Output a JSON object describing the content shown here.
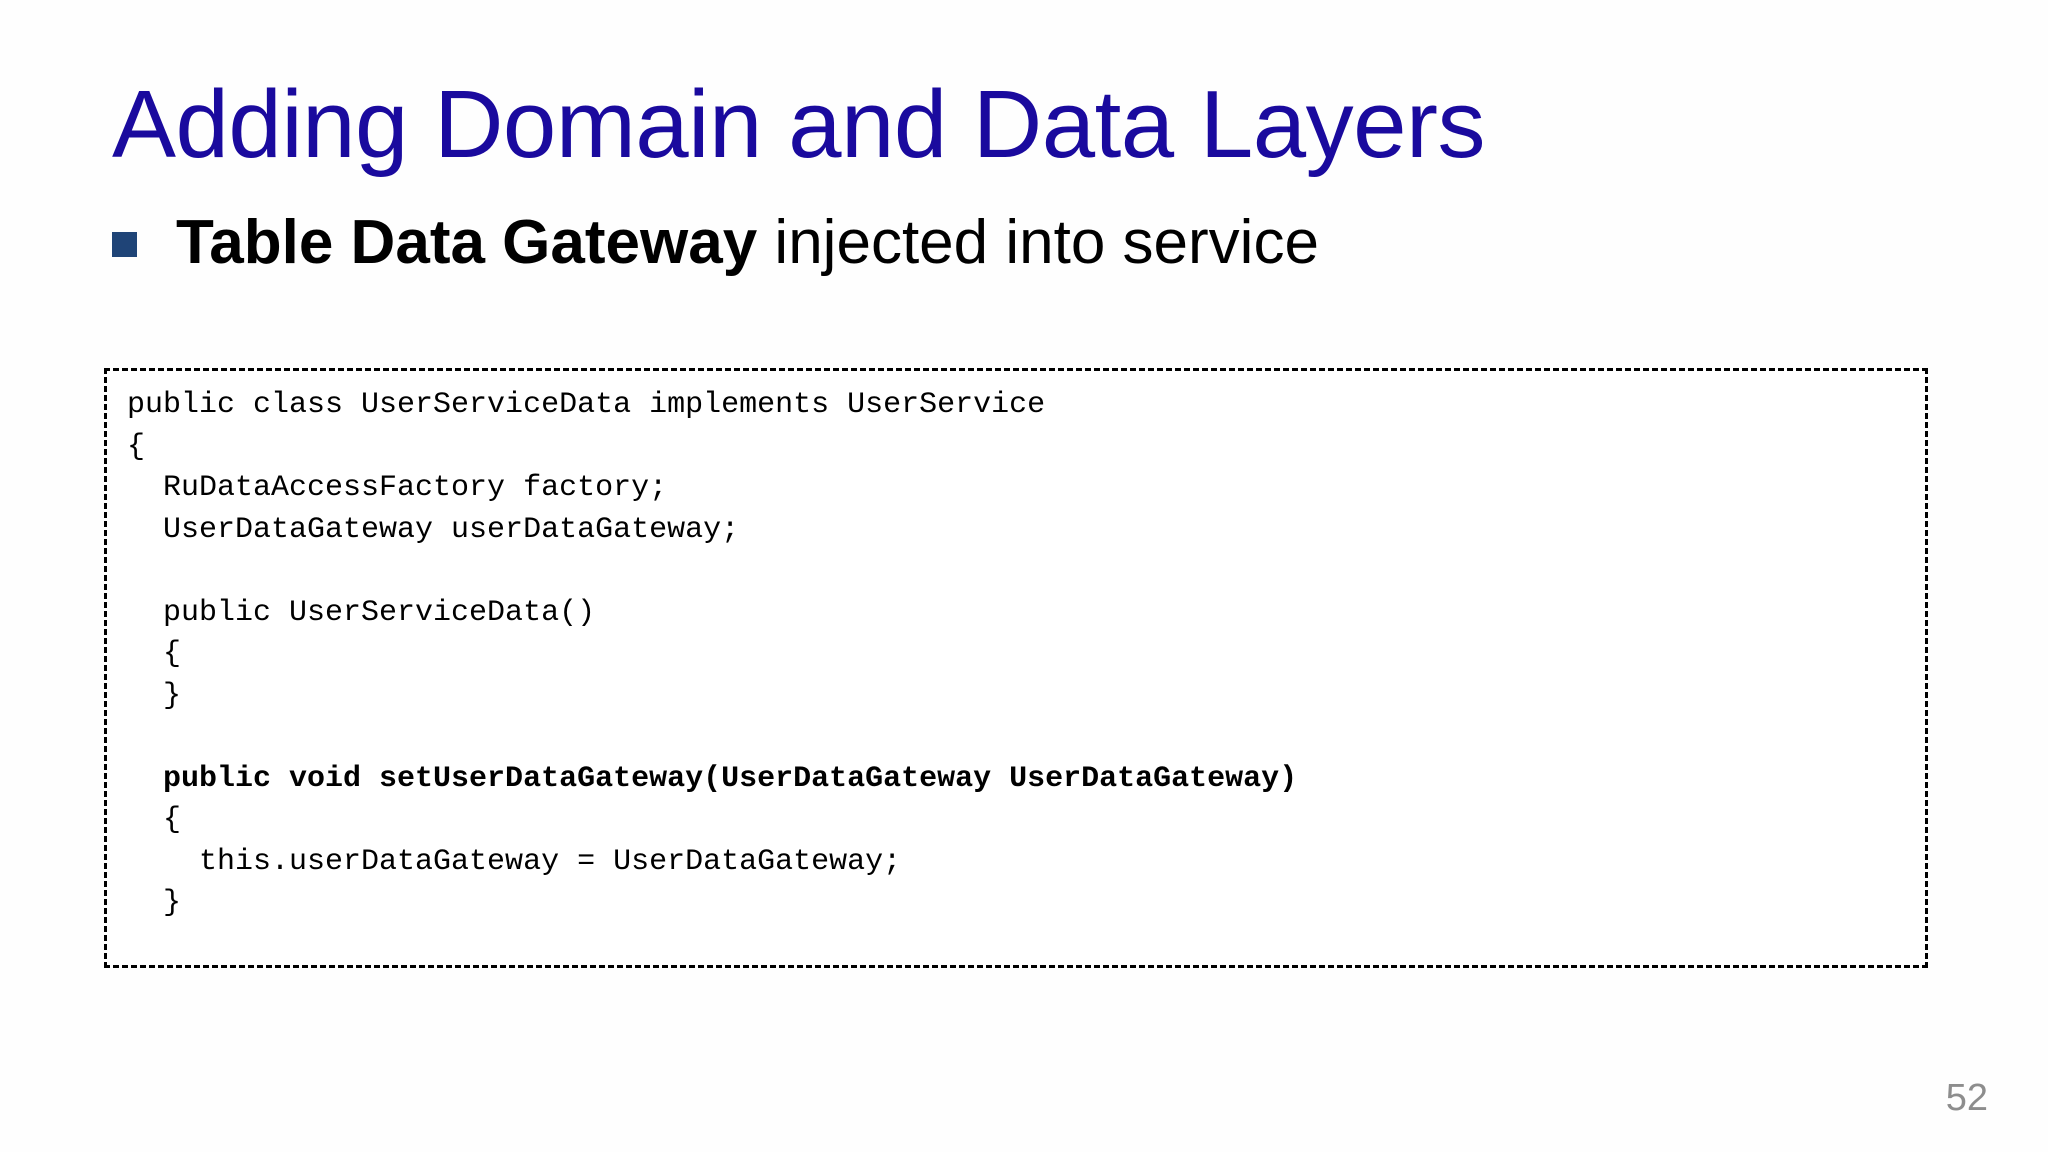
{
  "slide": {
    "title": "Adding Domain and Data Layers",
    "page_number": "52",
    "colors": {
      "title": "#1a0a9e",
      "bullet_marker": "#1f4477",
      "body_text": "#000000",
      "page_number": "#8d8d8d",
      "background": "#fefefe",
      "code_border": "#000000"
    }
  },
  "bullet": {
    "marker_icon": "square-bullet-icon",
    "bold_text": "Table Data Gateway",
    "rest_text": " injected into service"
  },
  "code_block": {
    "language": "java",
    "border_style": "dashed",
    "lines": [
      {
        "text": "public class UserServiceData implements UserService",
        "bold": false
      },
      {
        "text": "{",
        "bold": false
      },
      {
        "text": "  RuDataAccessFactory factory;",
        "bold": false
      },
      {
        "text": "  UserDataGateway userDataGateway;",
        "bold": false
      },
      {
        "text": "",
        "bold": false
      },
      {
        "text": "  public UserServiceData()",
        "bold": false
      },
      {
        "text": "  {",
        "bold": false
      },
      {
        "text": "  }",
        "bold": false
      },
      {
        "text": "",
        "bold": false
      },
      {
        "text": "  public void setUserDataGateway(UserDataGateway UserDataGateway)",
        "bold": true
      },
      {
        "text": "  {",
        "bold": false
      },
      {
        "text": "    this.userDataGateway = UserDataGateway;",
        "bold": false
      },
      {
        "text": "  }",
        "bold": false
      }
    ]
  }
}
